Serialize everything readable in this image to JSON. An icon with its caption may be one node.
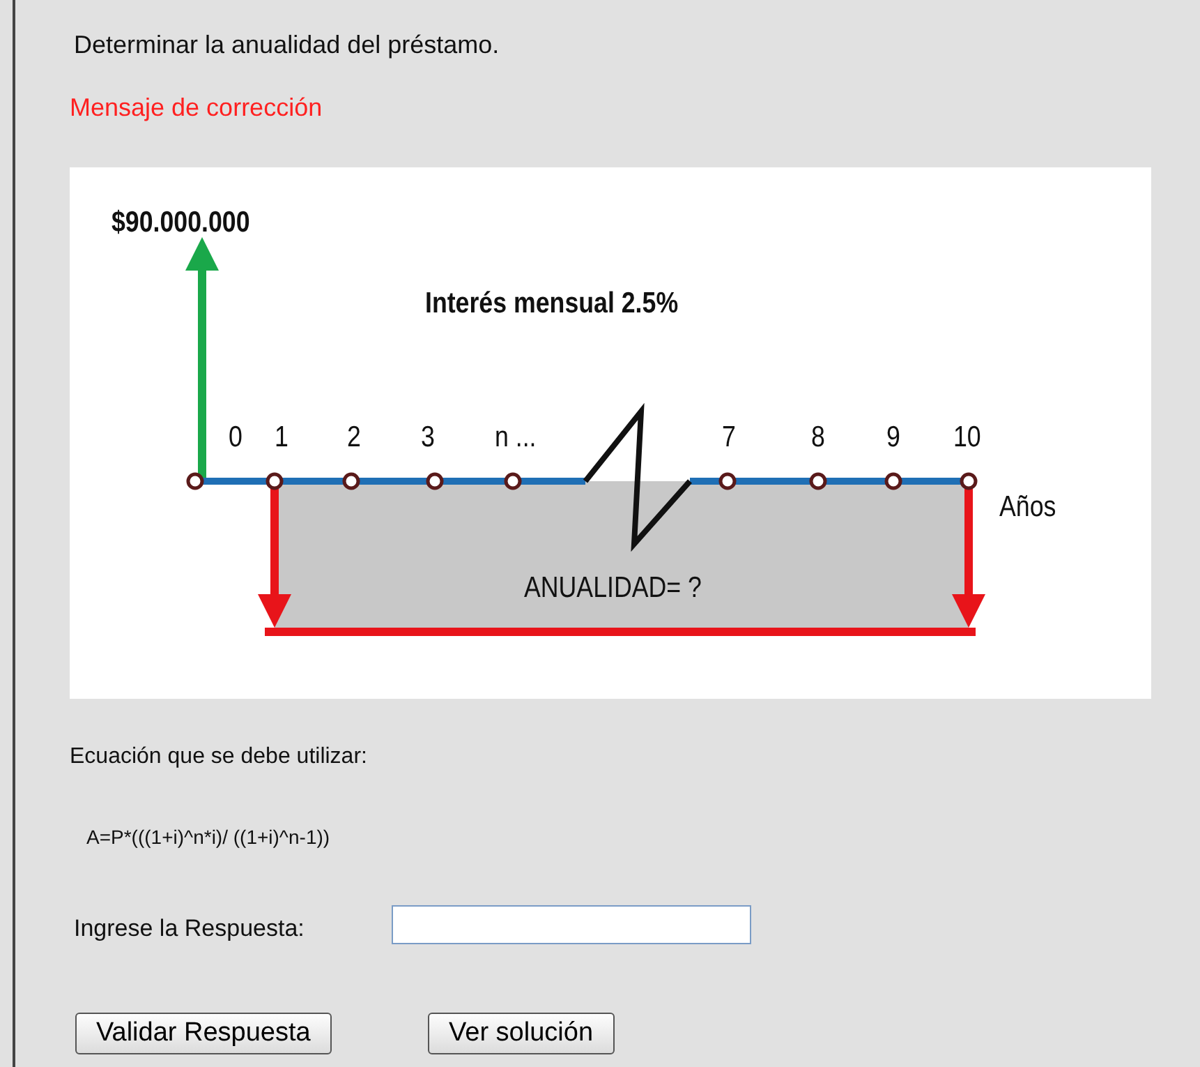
{
  "diagram": {
    "labels": [
      "Determinar la anualidad del préstamo.",
      "Mensaje de corrección",
      "$90.000.000",
      "Interés mensual 2.5%",
      "0",
      "1",
      "2",
      "3",
      "n ...",
      "7",
      "8",
      "9",
      "10",
      "Años",
      "ANUALIDAD= ?",
      "Ecuación que se debe utilizar:",
      "A=P*(((1+i)^n*i)/ ((1+i)^n-1))",
      "Ingrese la Respuesta:",
      "Validar Respuesta",
      "Ver solución"
    ]
  }
}
